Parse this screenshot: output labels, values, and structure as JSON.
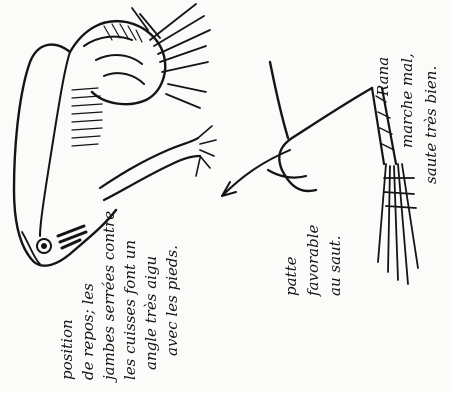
{
  "figure": {
    "left_caption": {
      "lines": [
        "position",
        "de repos; les",
        "jambes serrées contre",
        "les cuisses font un",
        "angle très aigu",
        "avec les pieds."
      ]
    },
    "middle_caption": {
      "lines": [
        "patte",
        "favorable",
        "au saut."
      ]
    },
    "right_caption": {
      "lines": [
        "Rana",
        "marche mal,",
        "saute très bien."
      ]
    },
    "colors": {
      "ink": "#141414",
      "paper": "#fbfbf9"
    }
  }
}
